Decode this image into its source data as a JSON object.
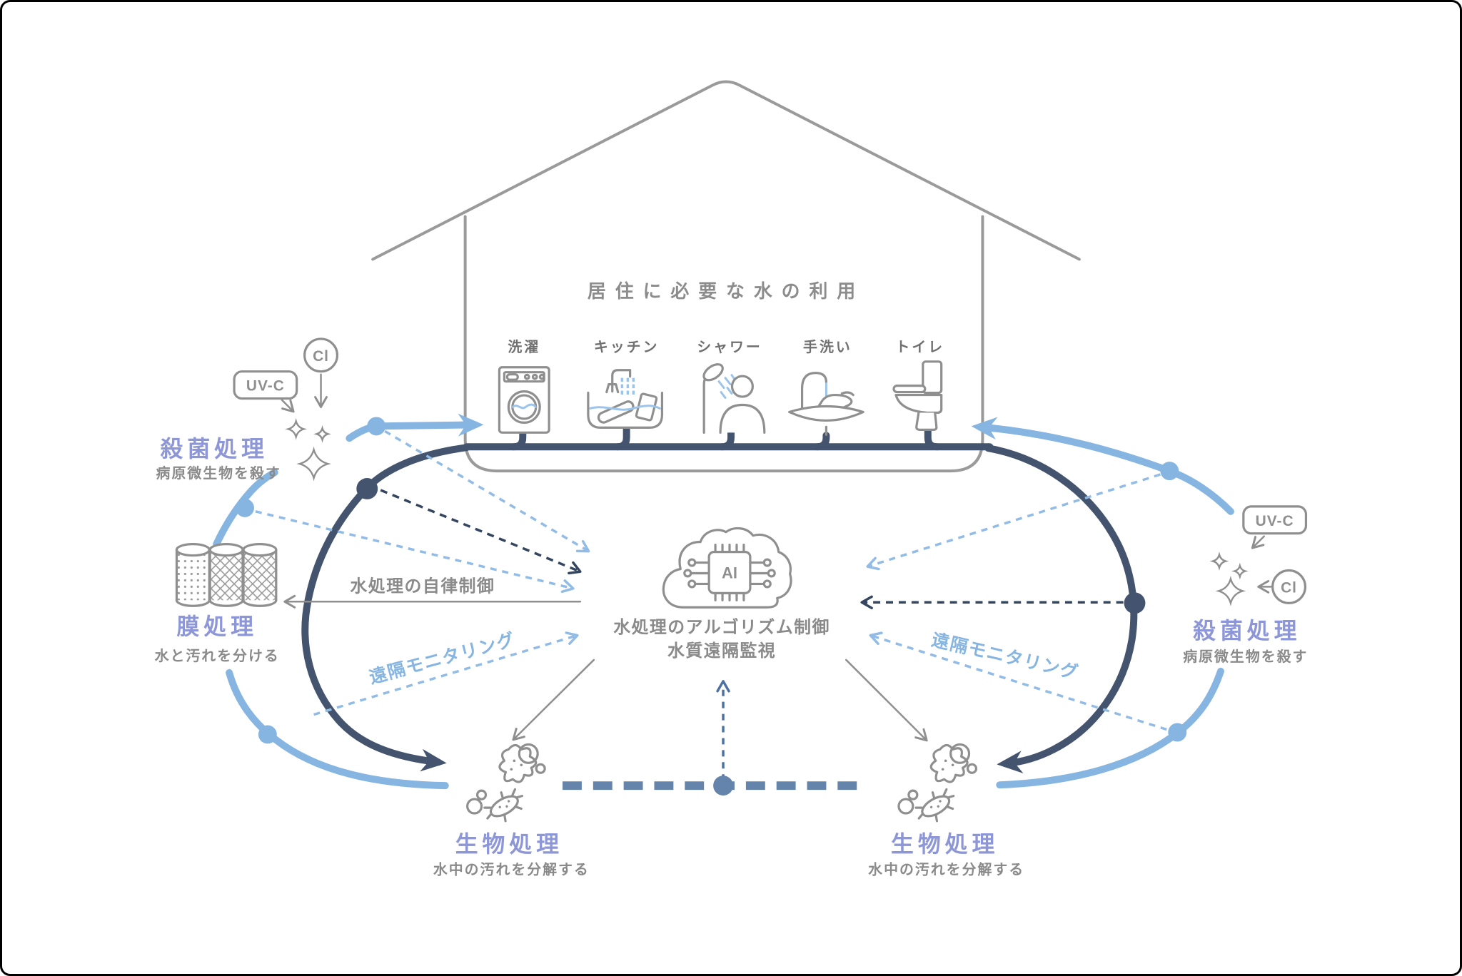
{
  "house": {
    "title": "居住に必要な水の利用",
    "appliances": [
      {
        "label": "洗濯"
      },
      {
        "label": "キッチン"
      },
      {
        "label": "シャワー"
      },
      {
        "label": "手洗い"
      },
      {
        "label": "トイレ"
      }
    ]
  },
  "center": {
    "chip_label": "AI",
    "caption_line1": "水処理のアルゴリズム制御",
    "caption_line2": "水質遠隔監視"
  },
  "flows": {
    "autonomous_control": "水処理の自律制御",
    "remote_monitoring_left": "遠隔モニタリング",
    "remote_monitoring_right": "遠隔モニタリング"
  },
  "stations": {
    "sterilization_left": {
      "title": "殺菌処理",
      "subtitle": "病原微生物を殺す",
      "uvc": "UV-C",
      "cl": "Cl"
    },
    "membrane_left": {
      "title": "膜処理",
      "subtitle": "水と汚れを分ける"
    },
    "bio_left": {
      "title": "生物処理",
      "subtitle": "水中の汚れを分解する"
    },
    "bio_right": {
      "title": "生物処理",
      "subtitle": "水中の汚れを分解する"
    },
    "sterilization_right": {
      "title": "殺菌処理",
      "subtitle": "病原微生物を殺す",
      "uvc": "UV-C",
      "cl": "Cl"
    }
  },
  "colors": {
    "pipe_navy": "#44546e",
    "clean_water_blue": "#85b5e0",
    "monitoring_dash_blue": "#92bce6",
    "control_dash_navy": "#33455f",
    "bottom_link_blue": "#6584ab",
    "station_label_indigo": "#8d97d8",
    "outline_gray": "#8f8f8f"
  }
}
